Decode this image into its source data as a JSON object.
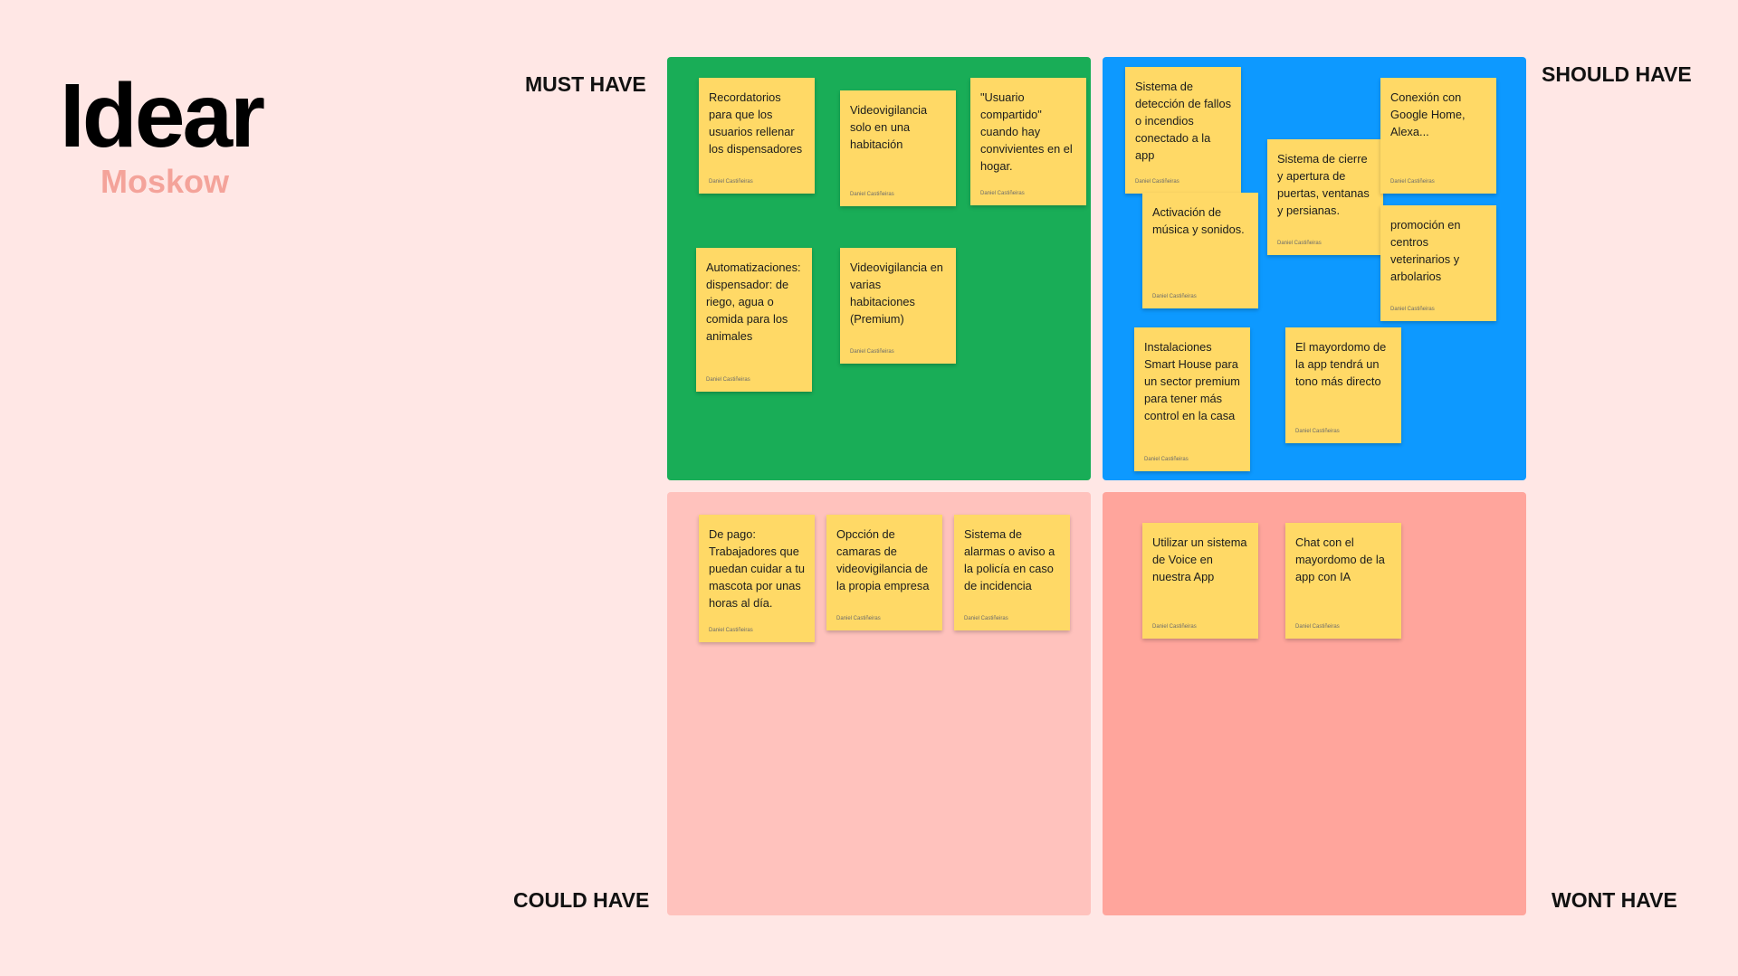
{
  "title": "Idear",
  "subtitle": "Moskow",
  "labels": {
    "must": "MUST HAVE",
    "should": "SHOULD HAVE",
    "could": "COULD HAVE",
    "wont": "WONT HAVE"
  },
  "colors": {
    "background": "#ffe7e5",
    "must": "#19ad57",
    "should": "#0d99ff",
    "could": "#ffc2bd",
    "wont": "#ffa59c",
    "note": "#ffd966",
    "title": "#000000",
    "subtitle": "#f4a39a"
  },
  "author": "Daniel Castiñeiras",
  "notes": {
    "must": [
      {
        "text": "Recordatorios para que los usuarios rellenar los dispensadores"
      },
      {
        "text": "Videovigilancia solo en una habitación"
      },
      {
        "text": "\"Usuario compartido\" cuando hay convivientes en el hogar."
      },
      {
        "text": "Automatizaciones: dispensador: de riego, agua o comida para los animales"
      },
      {
        "text": "Videovigilancia en varias habitaciones (Premium)"
      }
    ],
    "should": [
      {
        "text": "Sistema de detección de fallos o incendios conectado a la app"
      },
      {
        "text": "Activación de música y sonidos."
      },
      {
        "text": "Sistema de cierre y apertura de puertas, ventanas y persianas."
      },
      {
        "text": "Conexión con Google Home, Alexa..."
      },
      {
        "text": "promoción en centros veterinarios y arbolarios"
      },
      {
        "text": "Instalaciones Smart House para un sector premium para tener más control en la casa"
      },
      {
        "text": "El mayordomo de la app tendrá un tono más directo"
      }
    ],
    "could": [
      {
        "text": "De pago: Trabajadores que puedan cuidar a tu mascota por unas horas al día."
      },
      {
        "text": "Opcción de camaras de videovigilancia de la propia empresa"
      },
      {
        "text": "Sistema de alarmas o aviso a la policía en caso de incidencia"
      }
    ],
    "wont": [
      {
        "text": "Utilizar un sistema de Voice en nuestra App"
      },
      {
        "text": "Chat con el mayordomo de la app con IA"
      }
    ]
  }
}
